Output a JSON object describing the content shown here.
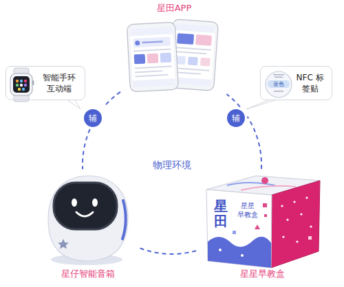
{
  "diagram": {
    "nodes": [
      {
        "text": [
          "星田APP"
        ]
      },
      {
        "text": [
          "智能手环 互动端"
        ]
      },
      {
        "text": [
          "NFC 标签贴"
        ]
      },
      {
        "text": [
          "辅"
        ]
      },
      {
        "text": [
          "辅"
        ]
      },
      {
        "text": [
          "星仔智能音箱"
        ]
      },
      {
        "text": [
          "星星早教盒"
        ]
      }
    ],
    "edges": [
      {
        "from": 0,
        "to": 3,
        "arrow": "none"
      },
      {
        "from": 3,
        "to": 5,
        "arrow": "none"
      },
      {
        "from": 5,
        "to": 6,
        "arrow": "none"
      },
      {
        "from": 6,
        "to": 4,
        "arrow": "none"
      },
      {
        "from": 4,
        "to": 0,
        "arrow": "none"
      }
    ],
    "labels": [
      "物理环境",
      "蓝色",
      "星田",
      "星星 早教盒"
    ]
  }
}
